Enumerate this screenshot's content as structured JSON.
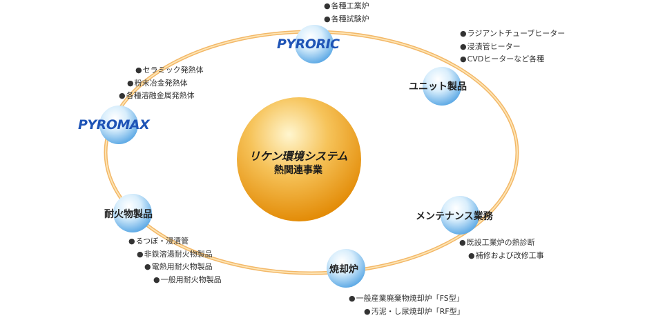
{
  "center": {
    "line1": "リケン環境システム",
    "line2": "熱関連事業"
  },
  "nodes": {
    "pyroric": {
      "logo_text": "PYRORIC",
      "items": [
        "各種工業炉",
        "各種試験炉"
      ]
    },
    "unit": {
      "label": "ユニット製品",
      "items": [
        "ラジアントチューブヒーター",
        "浸漬管ヒーター",
        "CVDヒーターなど各種"
      ]
    },
    "maintenance": {
      "label": "メンテナンス業務",
      "items": [
        "既設工業炉の熱診断",
        "補修および改修工事"
      ]
    },
    "incinerator": {
      "label": "焼却炉",
      "items": [
        "一般産業廃棄物焼却炉「FS型」",
        "汚泥・し尿焼却炉「RF型」"
      ]
    },
    "refractory": {
      "label": "耐火物製品",
      "items": [
        "るつぼ・浸漬管",
        "非鉄溶湯耐火物製品",
        "電熱用耐火物製品",
        "一般用耐火物製品"
      ]
    },
    "pyromax": {
      "logo_text": "PYROMAX",
      "items": [
        "セラミック発熱体",
        "粉末冶金発熱体",
        "各種溶融金属発熱体"
      ]
    }
  },
  "colors": {
    "ring": "#f2b96a",
    "center_light": "#fff3c2",
    "center_dark": "#eb9a10",
    "node_light": "#ffffff",
    "node_dark": "#6fb7ea",
    "logo_blue": "#1f54b6"
  }
}
